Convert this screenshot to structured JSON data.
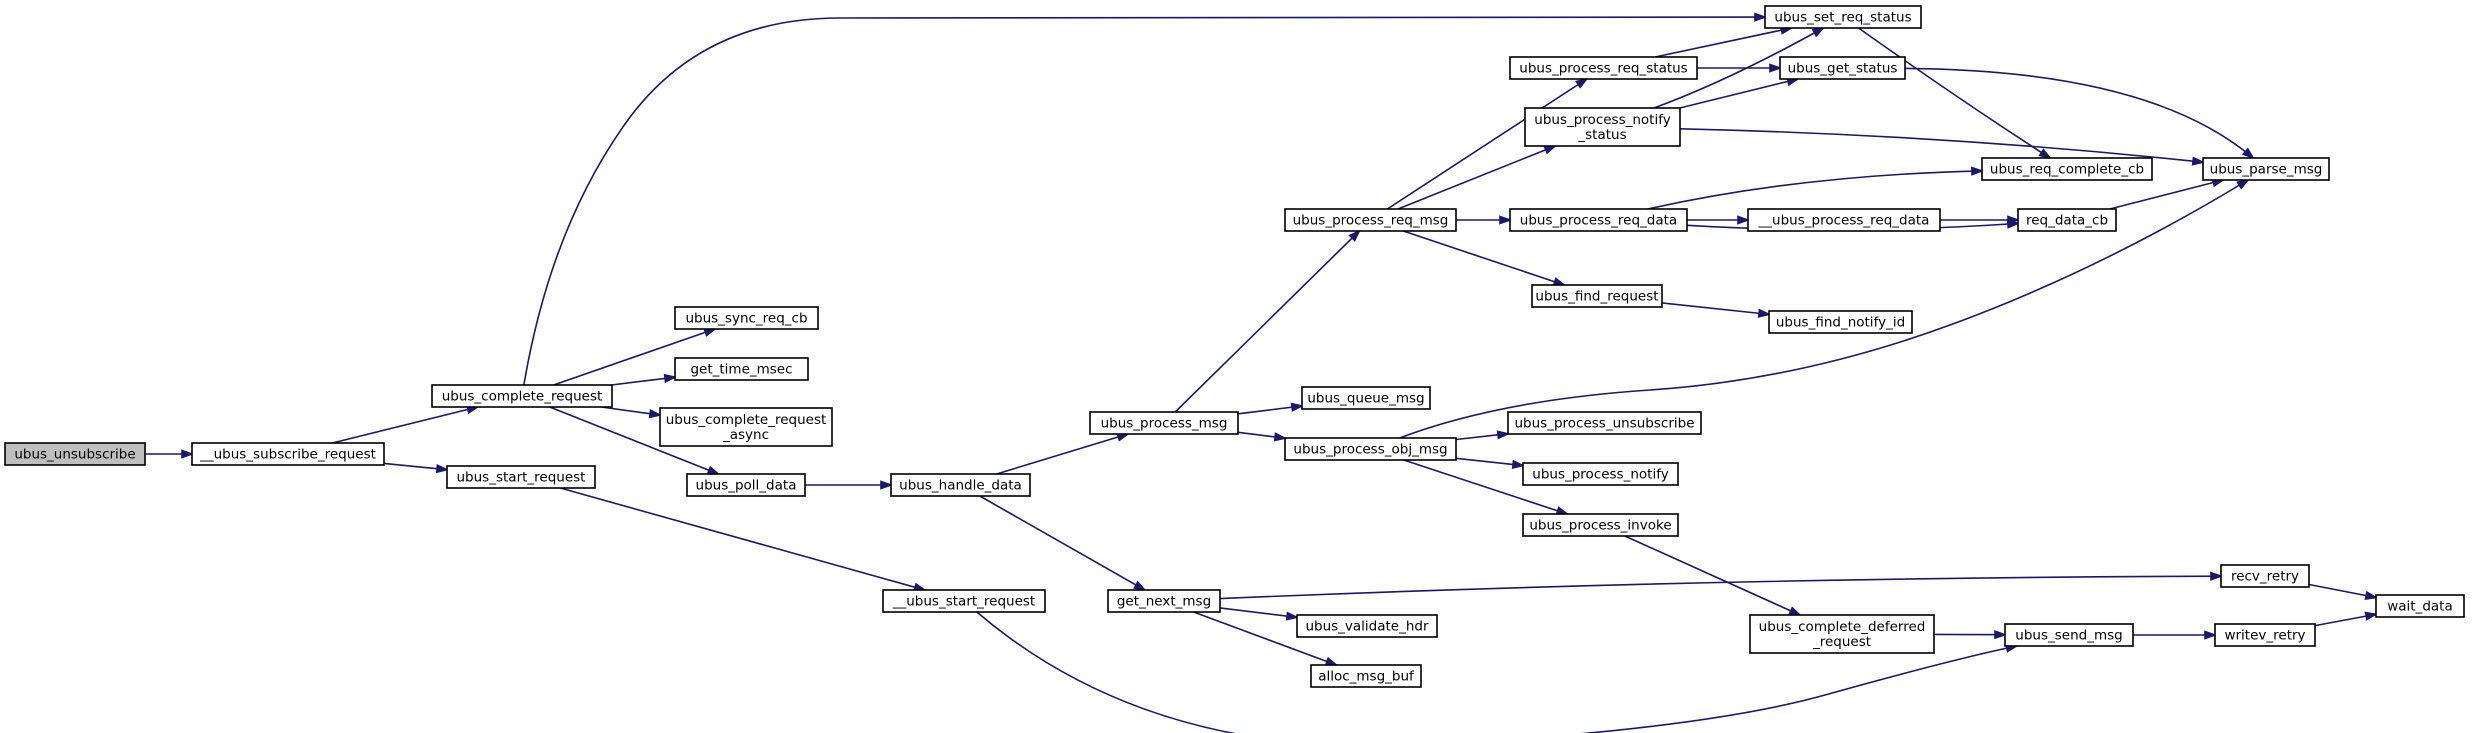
{
  "graph": {
    "title": "",
    "nodes": [
      {
        "id": "n0",
        "lines": [
          "ubus_unsubscribe"
        ],
        "root": true
      },
      {
        "id": "n1",
        "lines": [
          "__ubus_subscribe_request"
        ]
      },
      {
        "id": "n2",
        "lines": [
          "ubus_complete_request"
        ]
      },
      {
        "id": "n3",
        "lines": [
          "ubus_start_request"
        ]
      },
      {
        "id": "n4",
        "lines": [
          "ubus_set_req_status"
        ]
      },
      {
        "id": "n5",
        "lines": [
          "ubus_sync_req_cb"
        ]
      },
      {
        "id": "n6",
        "lines": [
          "get_time_msec"
        ]
      },
      {
        "id": "n7",
        "lines": [
          "ubus_complete_request",
          "_async"
        ]
      },
      {
        "id": "n8",
        "lines": [
          "ubus_poll_data"
        ]
      },
      {
        "id": "n9",
        "lines": [
          "ubus_handle_data"
        ]
      },
      {
        "id": "n10",
        "lines": [
          "__ubus_start_request"
        ]
      },
      {
        "id": "n11",
        "lines": [
          "ubus_process_msg"
        ]
      },
      {
        "id": "n12",
        "lines": [
          "get_next_msg"
        ]
      },
      {
        "id": "n13",
        "lines": [
          "ubus_process_req_msg"
        ]
      },
      {
        "id": "n14",
        "lines": [
          "ubus_queue_msg"
        ]
      },
      {
        "id": "n15",
        "lines": [
          "ubus_process_obj_msg"
        ]
      },
      {
        "id": "n16",
        "lines": [
          "ubus_validate_hdr"
        ]
      },
      {
        "id": "n17",
        "lines": [
          "alloc_msg_buf"
        ]
      },
      {
        "id": "n18",
        "lines": [
          "ubus_process_req_status"
        ]
      },
      {
        "id": "n19",
        "lines": [
          "ubus_process_notify",
          "_status"
        ]
      },
      {
        "id": "n20",
        "lines": [
          "ubus_process_req_data"
        ]
      },
      {
        "id": "n21",
        "lines": [
          "ubus_find_request"
        ]
      },
      {
        "id": "n22",
        "lines": [
          "ubus_process_unsubscribe"
        ]
      },
      {
        "id": "n23",
        "lines": [
          "ubus_process_notify"
        ]
      },
      {
        "id": "n24",
        "lines": [
          "ubus_process_invoke"
        ]
      },
      {
        "id": "n25",
        "lines": [
          "ubus_parse_msg"
        ]
      },
      {
        "id": "n26",
        "lines": [
          "ubus_get_status"
        ]
      },
      {
        "id": "n27",
        "lines": [
          "ubus_req_complete_cb"
        ]
      },
      {
        "id": "n28",
        "lines": [
          "__ubus_process_req_data"
        ]
      },
      {
        "id": "n29",
        "lines": [
          "req_data_cb"
        ]
      },
      {
        "id": "n30",
        "lines": [
          "ubus_find_notify_id"
        ]
      },
      {
        "id": "n31",
        "lines": [
          "ubus_complete_deferred",
          "_request"
        ]
      },
      {
        "id": "n32",
        "lines": [
          "ubus_send_msg"
        ]
      },
      {
        "id": "n33",
        "lines": [
          "recv_retry"
        ]
      },
      {
        "id": "n34",
        "lines": [
          "writev_retry"
        ]
      },
      {
        "id": "n35",
        "lines": [
          "wait_data"
        ]
      }
    ],
    "edges": [
      {
        "from": "n0",
        "to": "n1"
      },
      {
        "from": "n1",
        "to": "n2"
      },
      {
        "from": "n1",
        "to": "n3"
      },
      {
        "from": "n2",
        "to": "n4"
      },
      {
        "from": "n2",
        "to": "n5"
      },
      {
        "from": "n2",
        "to": "n6"
      },
      {
        "from": "n2",
        "to": "n7"
      },
      {
        "from": "n2",
        "to": "n8"
      },
      {
        "from": "n3",
        "to": "n10"
      },
      {
        "from": "n8",
        "to": "n9"
      },
      {
        "from": "n9",
        "to": "n11"
      },
      {
        "from": "n9",
        "to": "n12"
      },
      {
        "from": "n10",
        "to": "n32"
      },
      {
        "from": "n11",
        "to": "n13"
      },
      {
        "from": "n11",
        "to": "n14"
      },
      {
        "from": "n11",
        "to": "n15"
      },
      {
        "from": "n12",
        "to": "n33"
      },
      {
        "from": "n12",
        "to": "n16"
      },
      {
        "from": "n12",
        "to": "n17"
      },
      {
        "from": "n13",
        "to": "n18"
      },
      {
        "from": "n13",
        "to": "n19"
      },
      {
        "from": "n13",
        "to": "n20"
      },
      {
        "from": "n13",
        "to": "n21"
      },
      {
        "from": "n15",
        "to": "n25"
      },
      {
        "from": "n15",
        "to": "n22"
      },
      {
        "from": "n15",
        "to": "n23"
      },
      {
        "from": "n15",
        "to": "n24"
      },
      {
        "from": "n18",
        "to": "n4"
      },
      {
        "from": "n18",
        "to": "n26"
      },
      {
        "from": "n19",
        "to": "n4"
      },
      {
        "from": "n19",
        "to": "n26"
      },
      {
        "from": "n19",
        "to": "n25"
      },
      {
        "from": "n20",
        "to": "n27"
      },
      {
        "from": "n20",
        "to": "n28"
      },
      {
        "from": "n20",
        "to": "n29"
      },
      {
        "from": "n21",
        "to": "n30"
      },
      {
        "from": "n24",
        "to": "n31"
      },
      {
        "from": "n4",
        "to": "n27"
      },
      {
        "from": "n26",
        "to": "n25"
      },
      {
        "from": "n28",
        "to": "n29"
      },
      {
        "from": "n29",
        "to": "n25"
      },
      {
        "from": "n31",
        "to": "n32"
      },
      {
        "from": "n32",
        "to": "n34"
      },
      {
        "from": "n33",
        "to": "n35"
      },
      {
        "from": "n34",
        "to": "n35"
      }
    ]
  }
}
